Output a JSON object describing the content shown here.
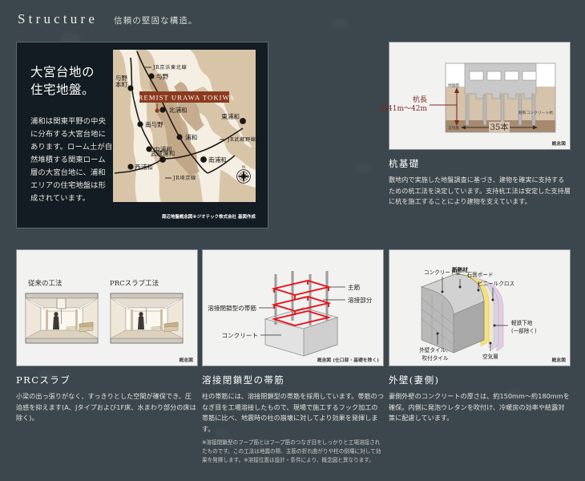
{
  "header": {
    "title_en": "Structure",
    "title_ja": "信頼の堅固な構造。"
  },
  "map_panel": {
    "heading_line1": "大宮台地の",
    "heading_line2": "住宅地盤。",
    "body": "浦和は関東平野の中央に分布する大宮台地にあります。ローム土が自然堆積する関東ローム層の大宮台地に、浦和エリアの住宅地盤は形成されています。",
    "caption": "周辺地盤概念図※ジオテック株式会社 基図作成",
    "property_label": "PREMIST URAWA TOKIWA",
    "stations": [
      "与野本町",
      "与野",
      "北浦和",
      "南与野",
      "浦和",
      "中浦和",
      "武蔵浦和",
      "西浦和",
      "南浦和",
      "東浦和"
    ],
    "rail_lines": [
      "JR京浜東北線",
      "JR武蔵野線",
      "JR埼京線"
    ],
    "compass": "N",
    "colors": {
      "land": "#f4efe2",
      "plateau": "#d8c5a8",
      "highlight": "#b99d7c",
      "rail": "#231f1d",
      "banner": "#8b3a1e"
    }
  },
  "pile_panel": {
    "title": "杭基礎",
    "body": "敷地内で実施した地盤調査に基づき、建物を確実に支持するための杭工法を決定しています。支持杭工法は安定した支持層に杭を施工することにより建物を支えています。",
    "fig_note": "概念図",
    "labels": {
      "pile_length_title": "杭長",
      "pile_length_value": "約41m〜42m",
      "ground_surface": "地盤面",
      "bearing_layer": "支持層",
      "pile_material": "既製コンクリート杭",
      "pile_count": "35本"
    }
  },
  "slab_panel": {
    "title": "PRCスラブ",
    "body": "小梁の出っ張りがなく、すっきりとした空間が確保でき、圧迫感を抑えます(A、Jタイプおよび1F床、水まわり部分の床は除く)。",
    "fig_note": "概念図",
    "labels": {
      "conventional": "従来の工法",
      "prc": "PRCスラブ工法"
    }
  },
  "hoop_panel": {
    "title": "溶接閉鎖型の帯筋",
    "body": "柱の帯筋には、溶接閉鎖型の帯筋を採用しています。帯筋のつなぎ目を工場溶接したもので、現場で施工するフック加工の帯筋に比べ、地震時の柱の崩壊に対してより効果を発揮します。",
    "note": "※溶接閉鎖型のフープ筋とはフープ筋のつなぎ目をしっかりと工場溶接されたものです。この工法は地震の際、主筋の折れ曲がりや柱の倒壊に対して効果を発揮します。※溶接位置は設計・条件により、概念図と異なります。",
    "fig_note": "概念図 (仕口部・基礎を除く)",
    "labels": {
      "main_bar": "主筋",
      "weld_part": "溶接部分",
      "hoop": "溶接閉鎖型の帯筋",
      "concrete": "コンクリート"
    }
  },
  "wall_panel": {
    "title": "外壁(妻側)",
    "body": "妻側外壁のコンクリートの厚さは、約150mm〜約180mmを確保。内側に発泡ウレタンを吹付け、冷暖房の効率や結露対策に配慮しています。",
    "fig_note": "概念図",
    "labels": {
      "concrete_wall": "コンクリート壁",
      "insulation": "断熱材",
      "gypsum": "石膏ボード",
      "vinyl_cloth": "ビニールクロス",
      "steel_frame_l1": "軽鉄下地",
      "steel_frame_l2": "(一部除く)",
      "air_layer": "空気層",
      "tile_l1": "外壁タイル、",
      "tile_l2": "吹付タイル"
    }
  }
}
